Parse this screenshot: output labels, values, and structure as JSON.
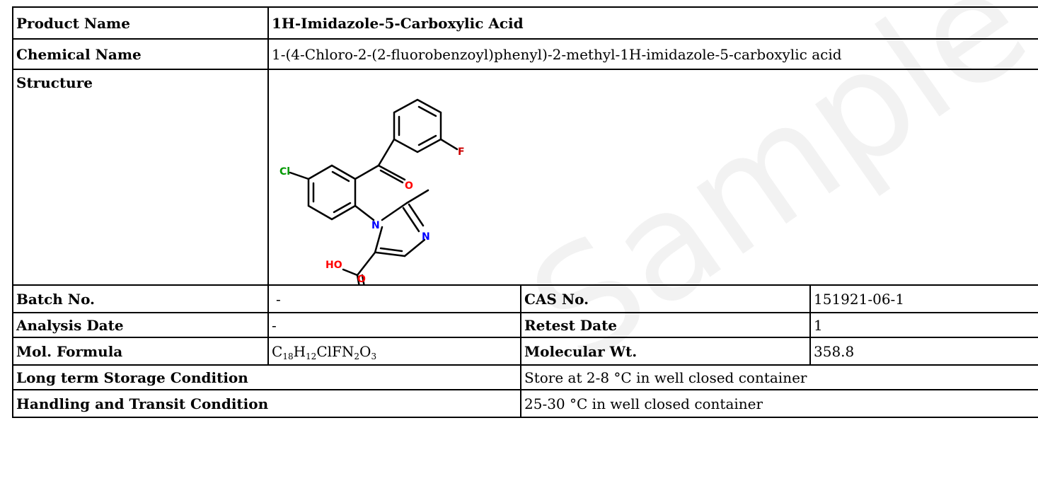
{
  "product_name": {
    "label": "Product Name",
    "value": "1H-Imidazole-5-Carboxylic Acid"
  },
  "chemical_name": {
    "label": "Chemical Name",
    "value": "1-(4-Chloro-2-(2-fluorobenzoyl)phenyl)-2-methyl-1H-imidazole-5-carboxylic acid"
  },
  "structure": {
    "label": "Structure",
    "atoms": {
      "cl": "Cl",
      "f": "F",
      "o_ketone": "O",
      "n1": "N",
      "n3": "N",
      "oh": "HO",
      "o_acid": "O"
    },
    "colors": {
      "halogen": "#009900",
      "fluorine": "#cc0000",
      "oxygen": "#ff0000",
      "nitrogen": "#0000ff",
      "bond": "#000000"
    }
  },
  "batch_no": {
    "label": "Batch No.",
    "value": "-"
  },
  "cas_no": {
    "label": "CAS No.",
    "value": "151921-06-1"
  },
  "analysis_date": {
    "label": "Analysis Date",
    "value": "-"
  },
  "retest_date": {
    "label": "Retest Date",
    "value": "1"
  },
  "mol_formula": {
    "label": "Mol. Formula",
    "parts": [
      {
        "el": "C",
        "n": "18"
      },
      {
        "el": "H",
        "n": "12"
      },
      {
        "el": "ClFN",
        "n": "2"
      },
      {
        "el": "O",
        "n": "3"
      }
    ]
  },
  "molecular_wt": {
    "label": "Molecular Wt.",
    "value": "358.8"
  },
  "long_term_storage": {
    "label": "Long term Storage Condition",
    "value": "Store at 2-8 °C in well closed container"
  },
  "handling_transit": {
    "label": "Handling and Transit Condition",
    "value": "25-30 °C in well closed container"
  },
  "watermark": {
    "text": "Sample COA",
    "color": "#ececec"
  }
}
